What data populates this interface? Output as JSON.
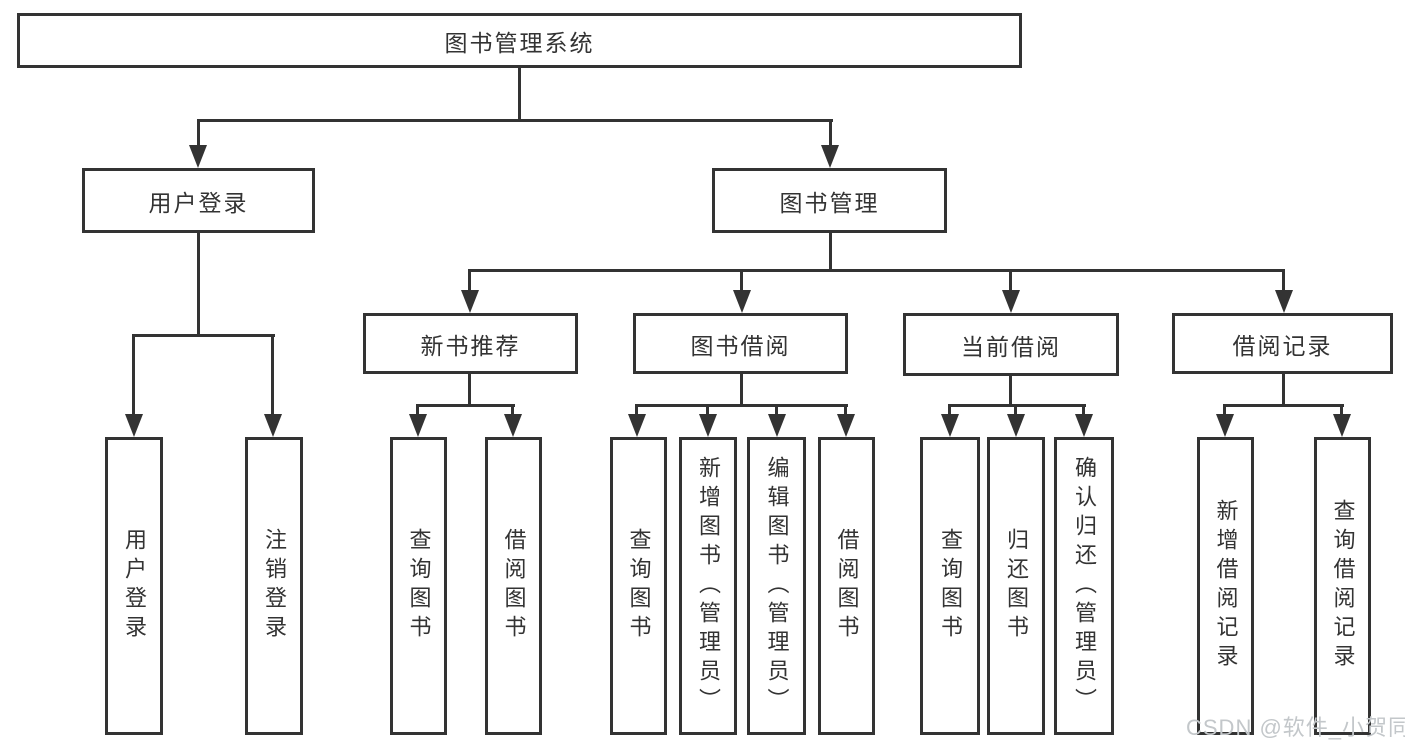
{
  "nodes": {
    "root": "图书管理系统",
    "user_login": "用户登录",
    "book_mgmt": "图书管理",
    "new_book": "新书推荐",
    "book_borrow": "图书借阅",
    "current_borrow": "当前借阅",
    "borrow_record": "借阅记录",
    "ul_login": "用户登录",
    "ul_logout": "注销登录",
    "nb_query": "查询图书",
    "nb_borrow": "借阅图书",
    "bb_query": "查询图书",
    "bb_add": "新增图书（管理员）",
    "bb_edit": "编辑图书（管理员）",
    "bb_borrow": "借阅图书",
    "cb_query": "查询图书",
    "cb_return": "归还图书",
    "cb_confirm": "确认归还（管理员）",
    "br_add": "新增借阅记录",
    "br_query": "查询借阅记录"
  },
  "watermark": "CSDN @软件_小贺同学",
  "colors": {
    "line": "#333333",
    "text": "#333333",
    "background": "#ffffff",
    "watermark": "#c3c7ca"
  }
}
